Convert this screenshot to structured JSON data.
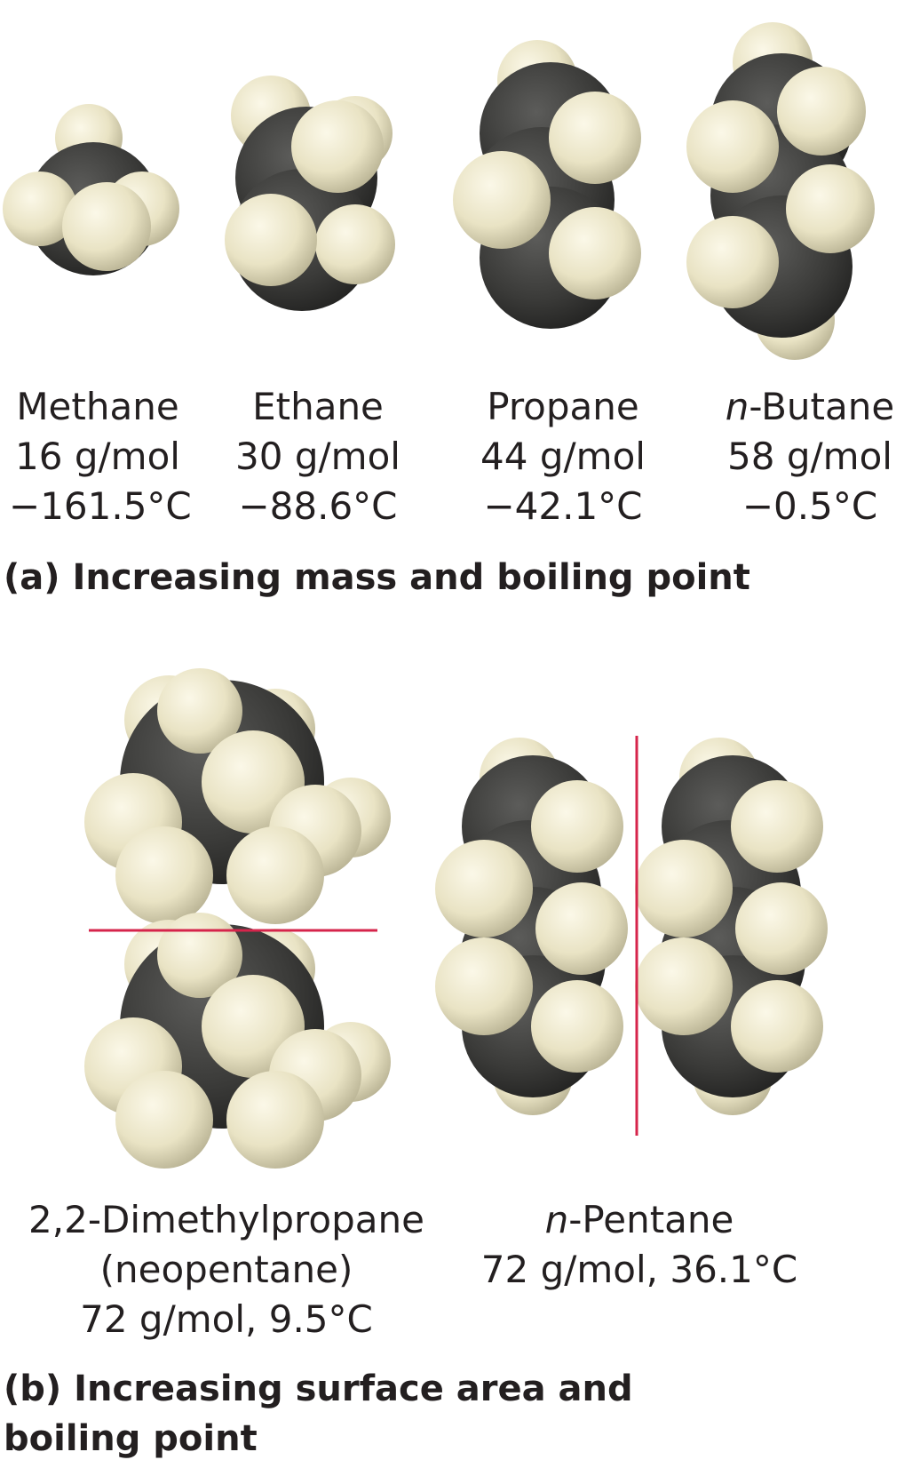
{
  "panel_a": {
    "molecules": [
      {
        "prefix": "",
        "name": "Methane",
        "mass": "16 g/mol",
        "bp": "−161.5°C"
      },
      {
        "prefix": "",
        "name": "Ethane",
        "mass": "30 g/mol",
        "bp": "−88.6°C"
      },
      {
        "prefix": "",
        "name": "Propane",
        "mass": "44 g/mol",
        "bp": "−42.1°C"
      },
      {
        "prefix": "n",
        "name": "-Butane",
        "mass": "58 g/mol",
        "bp": "−0.5°C"
      }
    ],
    "caption": "(a) Increasing mass and boiling point"
  },
  "panel_b": {
    "neopentane": {
      "line1": "2,2-Dimethylpropane",
      "line2": "(neopentane)",
      "line3": "72 g/mol, 9.5°C"
    },
    "pentane": {
      "prefix": "n",
      "name": "-Pentane",
      "line2": "72 g/mol, 36.1°C"
    },
    "caption_line1": "(b) Increasing surface area and",
    "caption_line2": "boiling point"
  },
  "colors": {
    "carbon": "#3a3a38",
    "hydrogen": "#ebe6c8",
    "divider": "#d6244b",
    "text": "#231f20"
  }
}
